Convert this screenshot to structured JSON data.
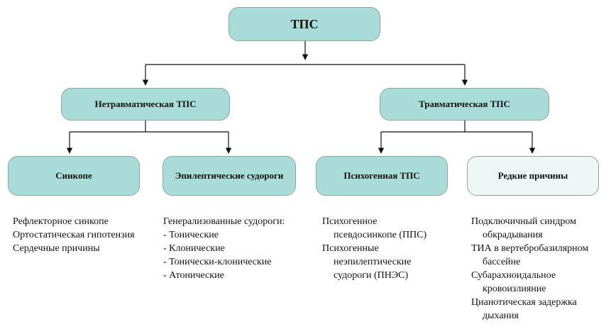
{
  "root": {
    "label": "ТПС"
  },
  "level1": [
    {
      "label": "Нетравматическая ТПС"
    },
    {
      "label": "Травматическая ТПС"
    }
  ],
  "level2": [
    {
      "label": "Синкопе"
    },
    {
      "label": "Эпилептические судороги"
    },
    {
      "label": "Психогенная ТПС"
    },
    {
      "label": "Редкие причины"
    }
  ],
  "descriptions": [
    {
      "lines": [
        {
          "text": "Рефлекторное синкопе"
        },
        {
          "text": "Ортостатическая гипотензия"
        },
        {
          "text": "Сердечные причины"
        }
      ]
    },
    {
      "lines": [
        {
          "text": "Генерализованные судороги:"
        },
        {
          "text": "- Тонические"
        },
        {
          "text": "- Клонические"
        },
        {
          "text": "- Тонически-клонические"
        },
        {
          "text": "- Атонические"
        }
      ]
    },
    {
      "lines": [
        {
          "text": "Психогенное"
        },
        {
          "text": "псевдосинкопе (ППС)",
          "indent": true
        },
        {
          "text": "Психогенные"
        },
        {
          "text": "неэпилептические",
          "indent": true
        },
        {
          "text": "судороги (ПНЭС)",
          "indent": true
        }
      ]
    },
    {
      "lines": [
        {
          "text": "Подключичный синдром"
        },
        {
          "text": "обкрадывания",
          "indent": true
        },
        {
          "text": "ТИА в вертебробазилярном"
        },
        {
          "text": "бассейне",
          "indent": true
        },
        {
          "text": "Субарахноидальное"
        },
        {
          "text": "кровоизлияние",
          "indent": true
        },
        {
          "text": "Цианотическая задержка"
        },
        {
          "text": "дыхания",
          "indent": true
        }
      ]
    }
  ]
}
